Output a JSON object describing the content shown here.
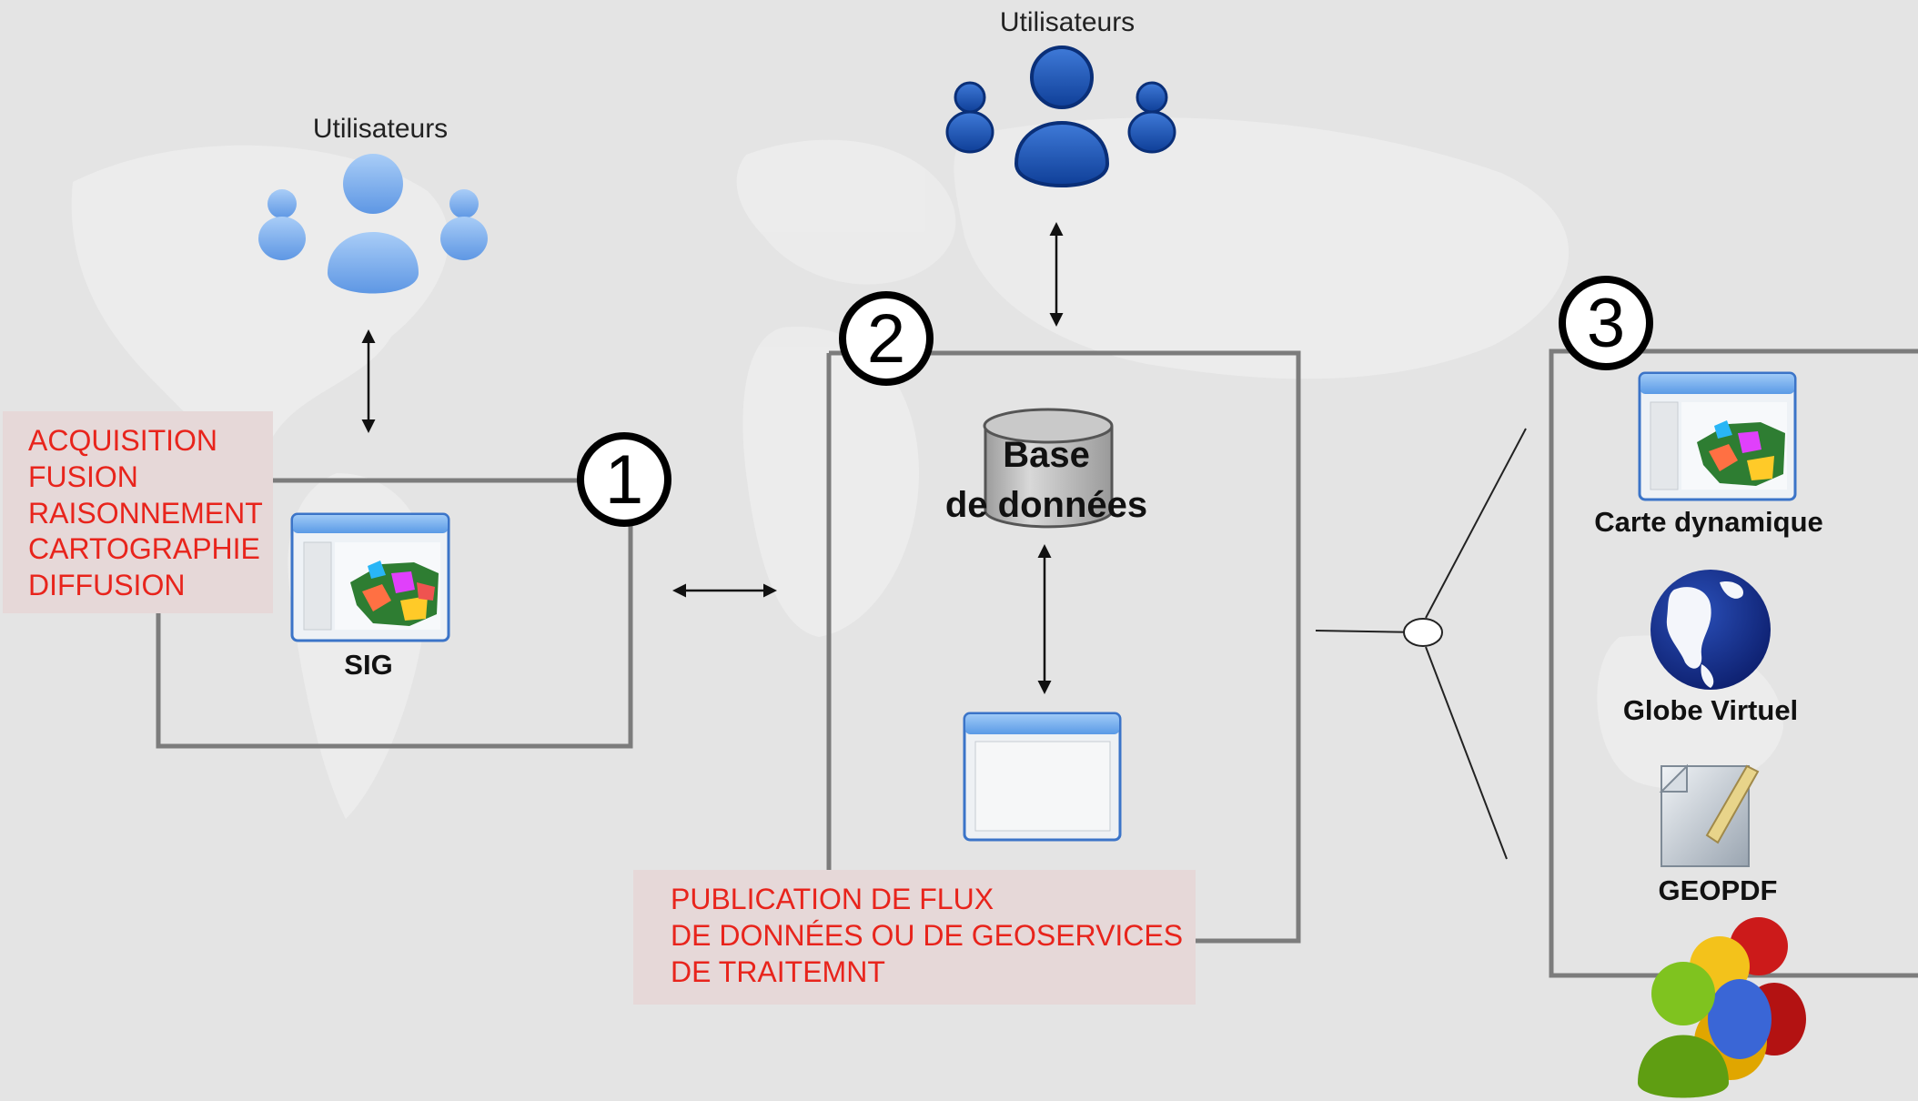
{
  "users_labels": [
    "Utilisateurs",
    "Utilisateurs"
  ],
  "step_numbers": [
    "1",
    "2",
    "3"
  ],
  "box1": {
    "red_lines": [
      "ACQUISITION",
      "FUSION",
      "RAISONNEMENT",
      "CARTOGRAPHIE",
      "DIFFUSION"
    ],
    "app_label": "SIG"
  },
  "box2": {
    "database_lines": [
      "Base",
      "de données"
    ],
    "red_lines": [
      "PUBLICATION DE FLUX",
      "DE DONNÉES OU DE GEOSERVICES",
      "DE TRAITEMNT"
    ]
  },
  "box3": {
    "items": [
      "Carte dynamique",
      "Globe Virtuel",
      "GEOPDF"
    ]
  },
  "colors": {
    "light_users": "#6fa6ec",
    "dark_users": "#1b56b8",
    "red_text": "#e8241c",
    "box_border": "#7c7c7c",
    "label_bg": "#e6d8d8",
    "window_title": "#6aa9ef"
  },
  "icons": [
    "users-group-icon",
    "database-icon",
    "map-window-icon",
    "blank-window-icon",
    "globe-icon",
    "pdf-document-icon",
    "community-icon"
  ]
}
